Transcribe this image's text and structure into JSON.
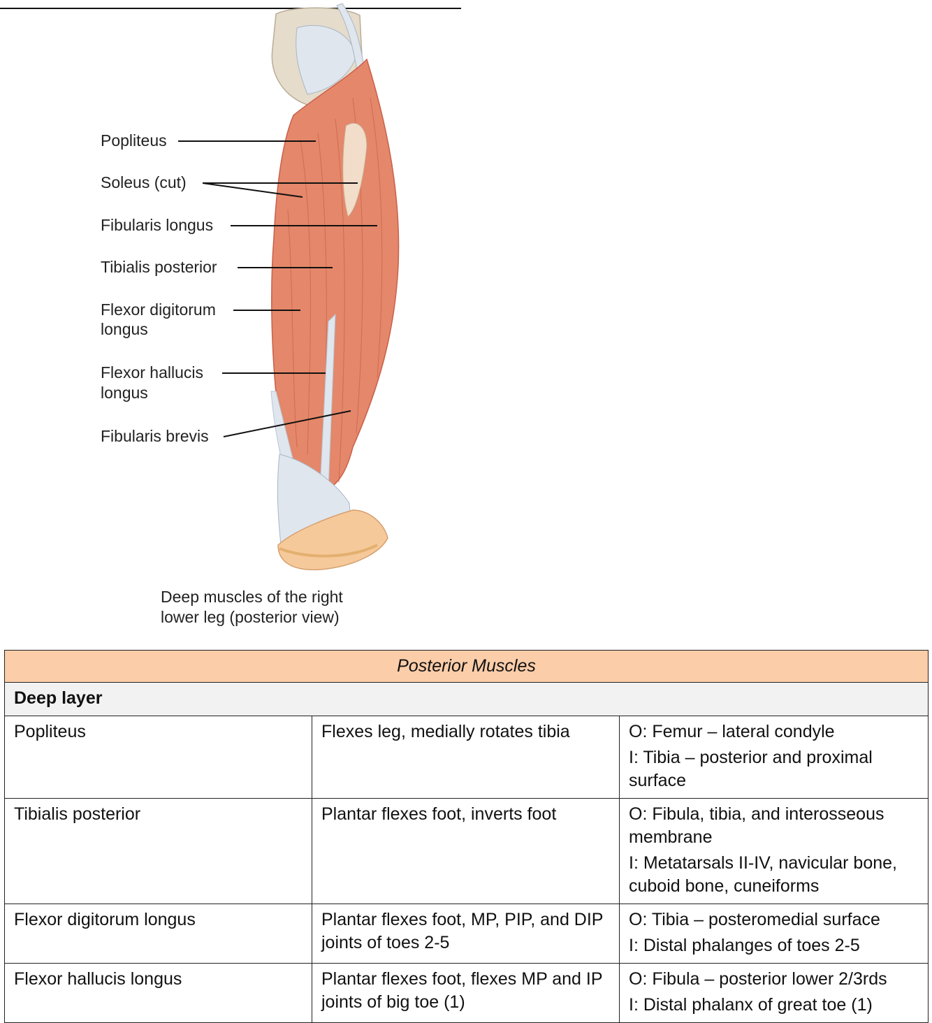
{
  "figure": {
    "labels": {
      "popliteus": "Popliteus",
      "soleus": "Soleus (cut)",
      "fibularis_longus": "Fibularis longus",
      "tibialis_posterior": "Tibialis posterior",
      "flexor_digitorum_1": "Flexor digitorum",
      "flexor_digitorum_2": "longus",
      "flexor_hallucis_1": "Flexor hallucis",
      "flexor_hallucis_2": "longus",
      "fibularis_brevis": "Fibularis brevis"
    },
    "caption_line1": "Deep muscles of the right",
    "caption_line2": "lower leg (posterior view)",
    "colors": {
      "muscle": "#e4876a",
      "muscle_dark": "#c9604a",
      "tendon": "#dfe6ee",
      "bone": "#e6dccb",
      "heel": "#f6c99a"
    }
  },
  "table": {
    "header": "Posterior Muscles",
    "layer": "Deep layer",
    "rows": [
      {
        "name": "Popliteus",
        "action": "Flexes leg, medially rotates tibia",
        "origin": "O: Femur – lateral condyle",
        "insertion": "I: Tibia – posterior and proximal surface"
      },
      {
        "name": "Tibialis posterior",
        "action": "Plantar flexes foot, inverts foot",
        "origin": "O: Fibula, tibia, and interosseous membrane",
        "insertion": "I: Metatarsals II-IV, navicular bone, cuboid bone, cuneiforms"
      },
      {
        "name": "Flexor digitorum longus",
        "action": "Plantar flexes foot, MP, PIP, and DIP joints of toes 2-5",
        "origin": "O: Tibia – posteromedial surface",
        "insertion": "I: Distal phalanges of toes 2-5"
      },
      {
        "name": "Flexor hallucis longus",
        "action": "Plantar flexes foot, flexes MP and IP joints of big toe (1)",
        "origin": "O: Fibula – posterior lower 2/3rds",
        "insertion": "I: Distal phalanx of great toe (1)"
      }
    ]
  }
}
